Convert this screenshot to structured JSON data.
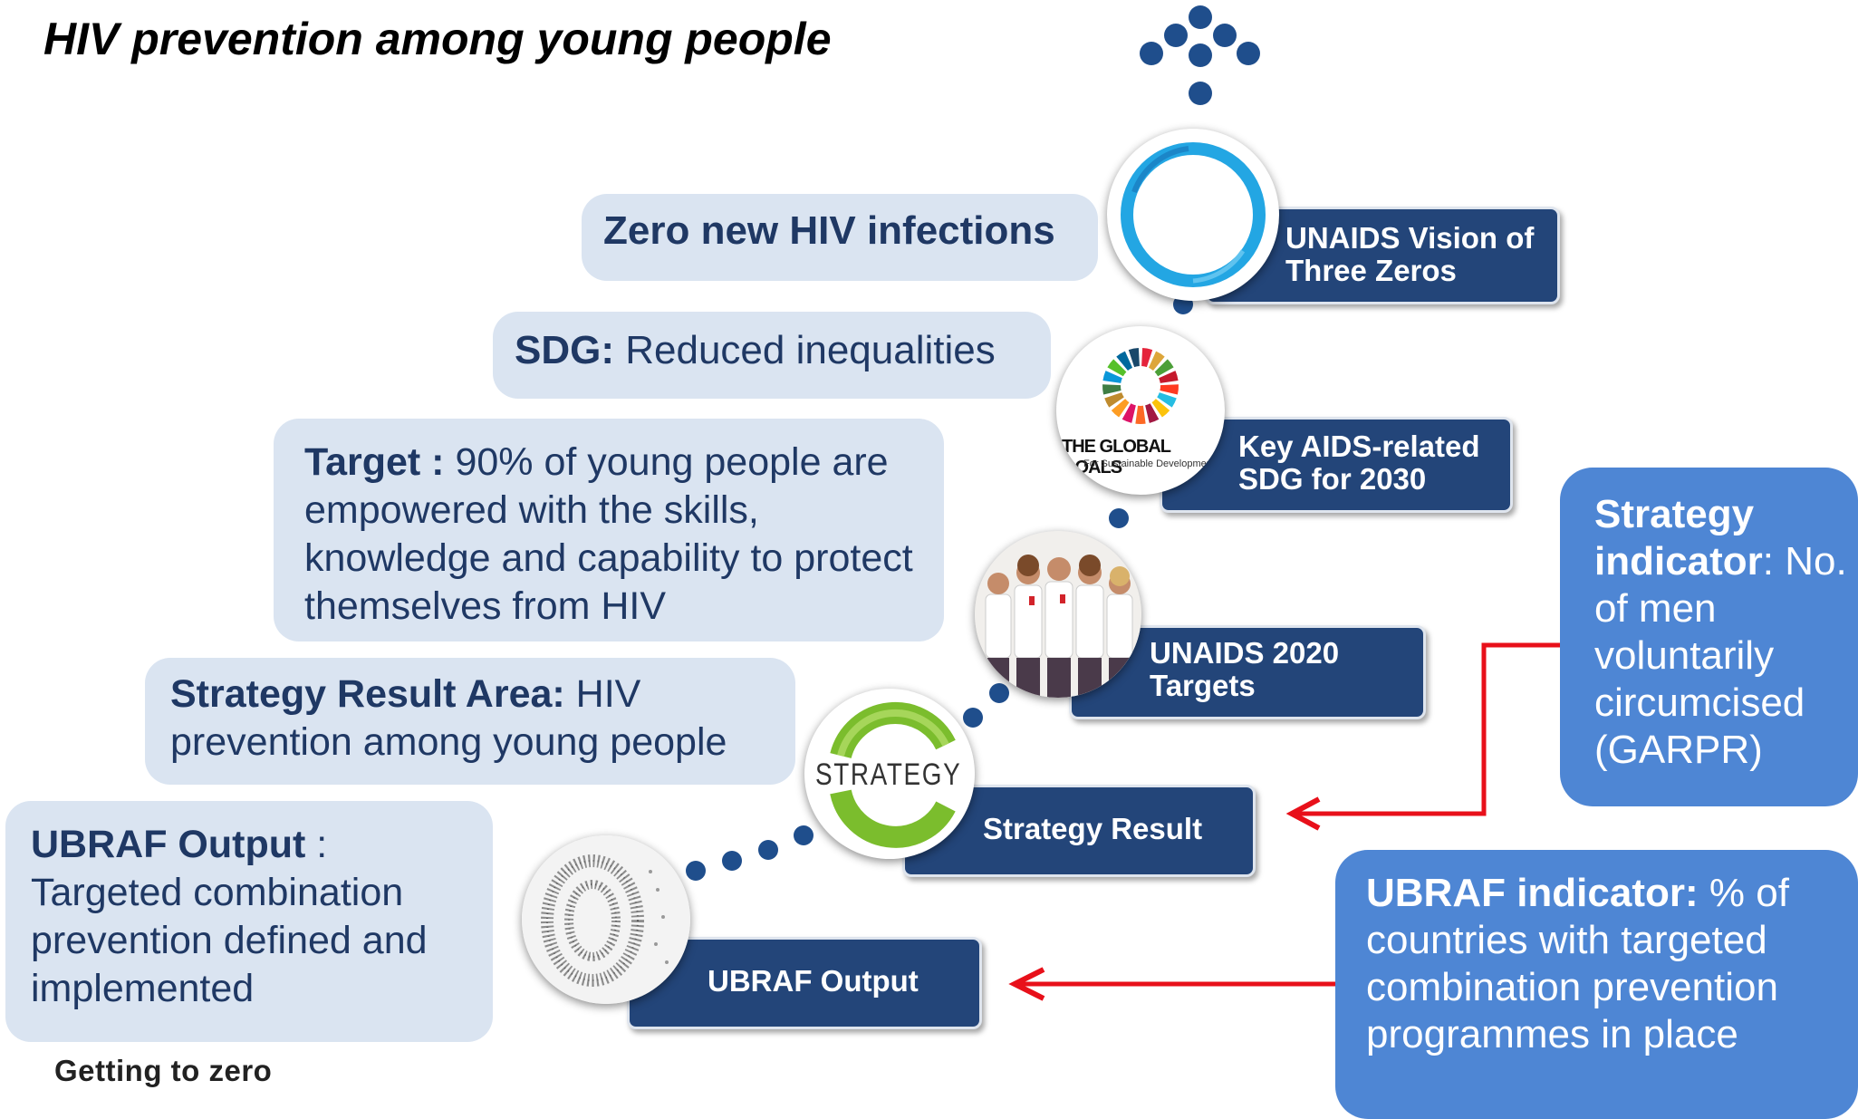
{
  "title": "HIV prevention among young people",
  "footer": "Getting to zero",
  "left_boxes": {
    "zero": {
      "bold": "Zero new HIV infections"
    },
    "sdg": {
      "bold": "SDG:",
      "text": " Reduced inequalities"
    },
    "target": {
      "bold": "Target :",
      "text": " 90% of young people are empowered with the skills, knowledge and capability to protect themselves from HIV"
    },
    "strategy": {
      "bold": "Strategy Result Area:",
      "text": "  HIV prevention among young people"
    },
    "ubraf": {
      "bold": "UBRAF Output",
      "text": " : Targeted combination prevention defined and implemented"
    }
  },
  "nodes": {
    "vision": "UNAIDS Vision of Three Zeros",
    "sdg": "Key AIDS-related SDG for 2030",
    "targets": "UNAIDS 2020 Targets",
    "strategy": "Strategy Result",
    "ubraf": "UBRAF Output"
  },
  "icons": {
    "globalgoals_line1": "THE GLOBAL GOALS",
    "globalgoals_line2": "For Sustainable Development",
    "strategy_word": "STRATEGY"
  },
  "right_boxes": {
    "strategy_indicator": {
      "bold": "Strategy indicator",
      "text": ": No. of men voluntarily circumcised (GARPR)"
    },
    "ubraf_indicator": {
      "bold": "UBRAF indicator:",
      "text": " % of countries with targeted combination prevention programmes in place"
    }
  },
  "colors": {
    "light_box": "#dae4f1",
    "node_box": "#234579",
    "indicator_box": "#4e86d4",
    "arrow": "#e8101a",
    "dots": "#1f4e8c"
  }
}
